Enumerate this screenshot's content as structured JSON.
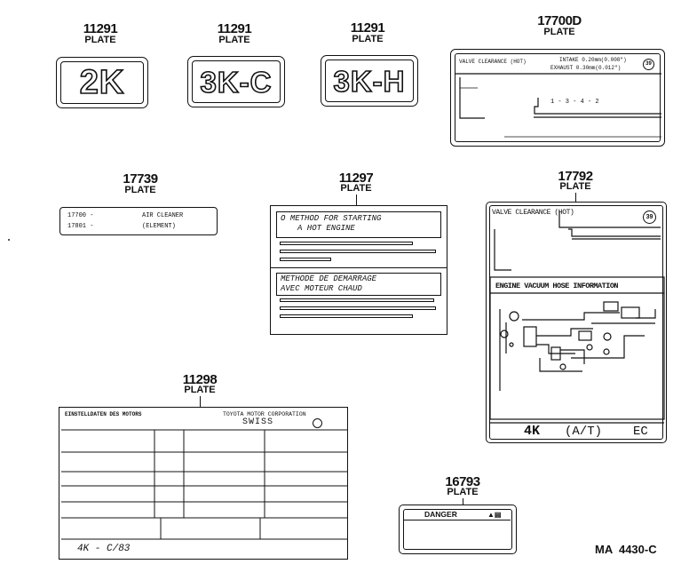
{
  "parts": {
    "p1": {
      "number": "11291",
      "name": "PLATE",
      "text": "2K"
    },
    "p2": {
      "number": "11291",
      "name": "PLATE",
      "text": "3K-C"
    },
    "p3": {
      "number": "11291",
      "name": "PLATE",
      "text": "3K-H"
    },
    "p4": {
      "number": "17700D",
      "name": "PLATE",
      "title": "VALVE CLEARANCE (HOT)",
      "intake": "INTAKE  0.20mm(0.008\")",
      "exhaust": "EXHAUST 0.30mm(0.012\")",
      "badge": "39",
      "order": "1 - 3 - 4 - 2"
    },
    "p5": {
      "number": "17739",
      "name": "PLATE",
      "row1_code": "17700 -",
      "row1_text": "AIR  CLEANER",
      "row2_code": "17801 -",
      "row2_text": "(ELEMENT)"
    },
    "p6": {
      "number": "11297",
      "name": "PLATE",
      "en_line1": "O  METHOD FOR STARTING",
      "en_line2": "A HOT ENGINE",
      "fr_line1": "METHODE DE DEMARRAGE",
      "fr_line2": "AVEC MOTEUR CHAUD"
    },
    "p7": {
      "number": "17792",
      "name": "PLATE",
      "title": "VALVE CLEARANCE (HOT)",
      "badge": "39",
      "section": "ENGINE VACUUM HOSE INFORMATION",
      "footer_model": "4K",
      "footer_trans": "(A/T)",
      "footer_code": "EC"
    },
    "p8": {
      "number": "11298",
      "name": "PLATE",
      "header_left": "EINSTELLDATEN DES MOTORS",
      "header_right": "TOYOTA MOTOR CORPORATION",
      "sub": "SWISS",
      "footer": "4K  - C/83"
    },
    "p9": {
      "number": "16793",
      "name": "PLATE",
      "text": "DANGER"
    }
  },
  "figure_code": "MA  4430-C"
}
